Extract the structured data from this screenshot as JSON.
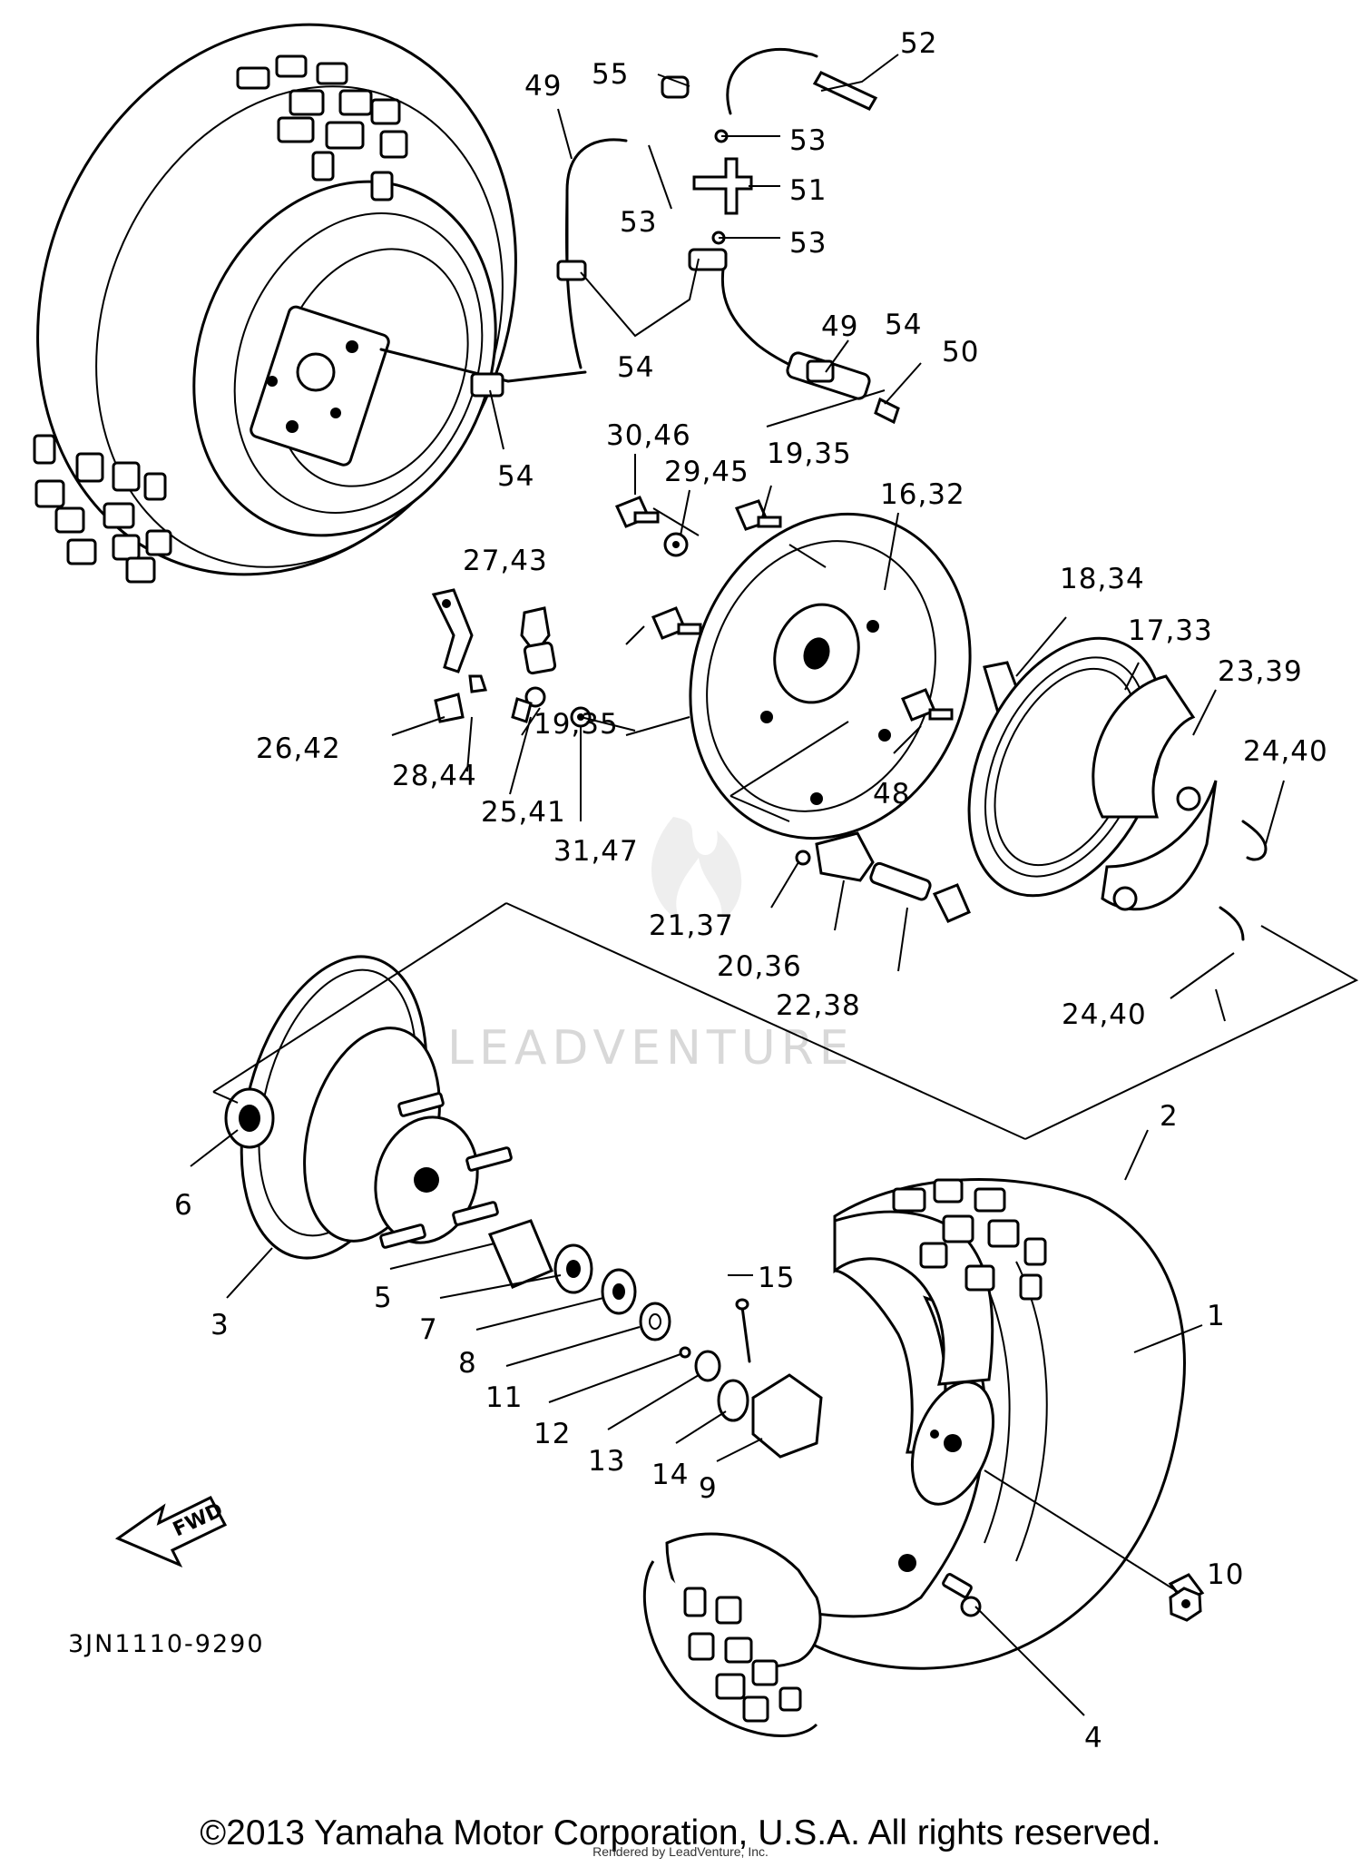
{
  "diagram": {
    "reference_code": "3JN1110-9290",
    "direction_label": "FWD",
    "watermark": "LEADVENTURE",
    "callouts": [
      "52",
      "55",
      "49",
      "53",
      "51",
      "53",
      "53",
      "49",
      "54",
      "54",
      "50",
      "54",
      "30,46",
      "29,45",
      "19,35",
      "16,32",
      "27,43",
      "18,34",
      "17,33",
      "23,39",
      "19,35",
      "26,42",
      "28,44",
      "25,41",
      "31,47",
      "48",
      "24,40",
      "21,37",
      "20,36",
      "22,38",
      "24,40",
      "6",
      "2",
      "3",
      "5",
      "15",
      "7",
      "8",
      "1",
      "11",
      "12",
      "13",
      "14",
      "9",
      "10",
      "4"
    ]
  },
  "footer": {
    "copyright": "©2013 Yamaha Motor Corporation, U.S.A. All rights reserved.",
    "rendered_by": "Rendered by LeadVenture, Inc."
  }
}
